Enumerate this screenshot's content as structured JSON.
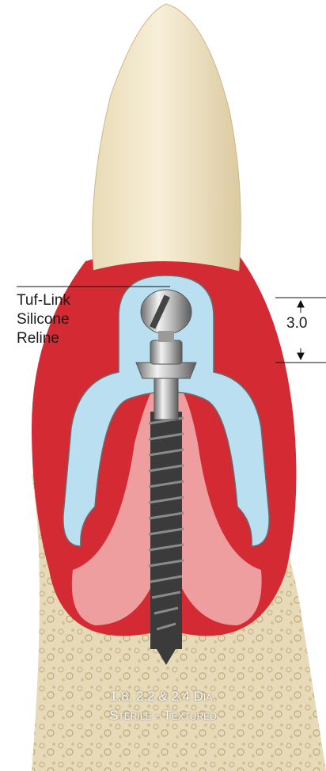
{
  "labels": {
    "reline": [
      "Tuf-Link",
      "Silicone",
      "Reline"
    ],
    "dimension": "3.0",
    "spec_line1": "1.8, 2.2 & 2.4 Dia.",
    "spec_line2": "Sterile - Textured"
  },
  "colors": {
    "tooth": "#efe3c2",
    "gum_outer": "#d42a33",
    "gum_inner": "#ef9ea0",
    "reline": "#b9dff0",
    "bone": "#e8dcbd",
    "implant": "#3b3b3b",
    "metal": "#c9c9c9"
  }
}
